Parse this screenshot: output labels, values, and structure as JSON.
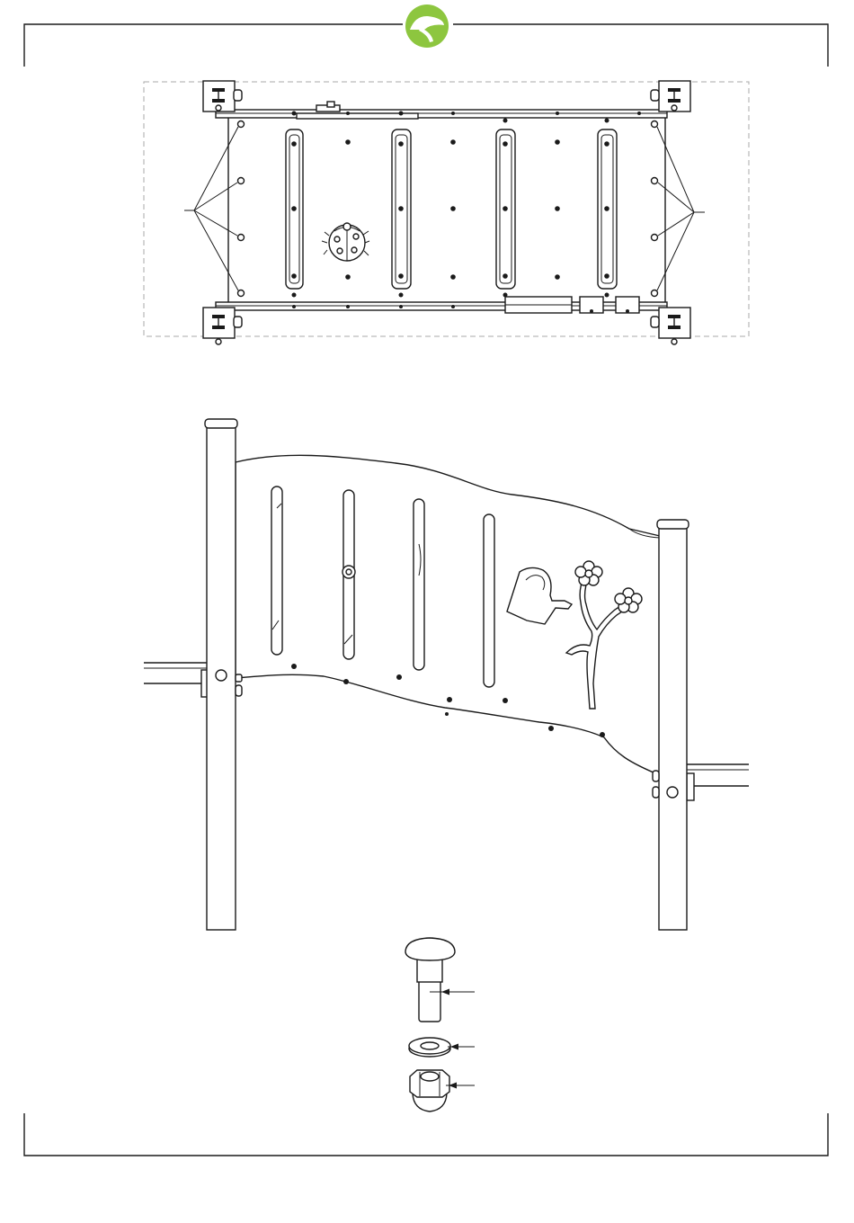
{
  "brand": {
    "logo_icon": "leaf-icon",
    "logo_color": "#8dc63f"
  },
  "views": {
    "top_view": "plan-view-of-panel",
    "front_view": "front-elevation-of-panel",
    "hardware": "carriage-bolt-washer-cap-nut"
  }
}
